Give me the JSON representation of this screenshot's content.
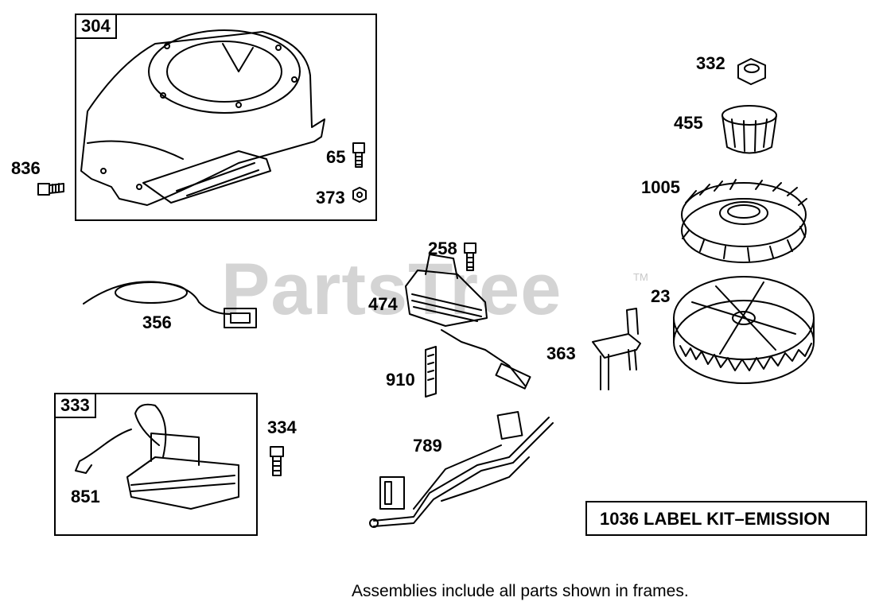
{
  "watermark": {
    "text": "PartsTree",
    "tm": "TM"
  },
  "frames": [
    {
      "tag": "304"
    },
    {
      "tag": "333"
    }
  ],
  "labels": {
    "p836": "836",
    "p65": "65",
    "p373": "373",
    "p332": "332",
    "p455": "455",
    "p1005": "1005",
    "p258": "258",
    "p474": "474",
    "p356": "356",
    "p23": "23",
    "p363": "363",
    "p910": "910",
    "p334": "334",
    "p789": "789",
    "p851": "851"
  },
  "kit_label": "1036 LABEL KIT–EMISSION",
  "footnote": "Assemblies include all parts shown in frames."
}
